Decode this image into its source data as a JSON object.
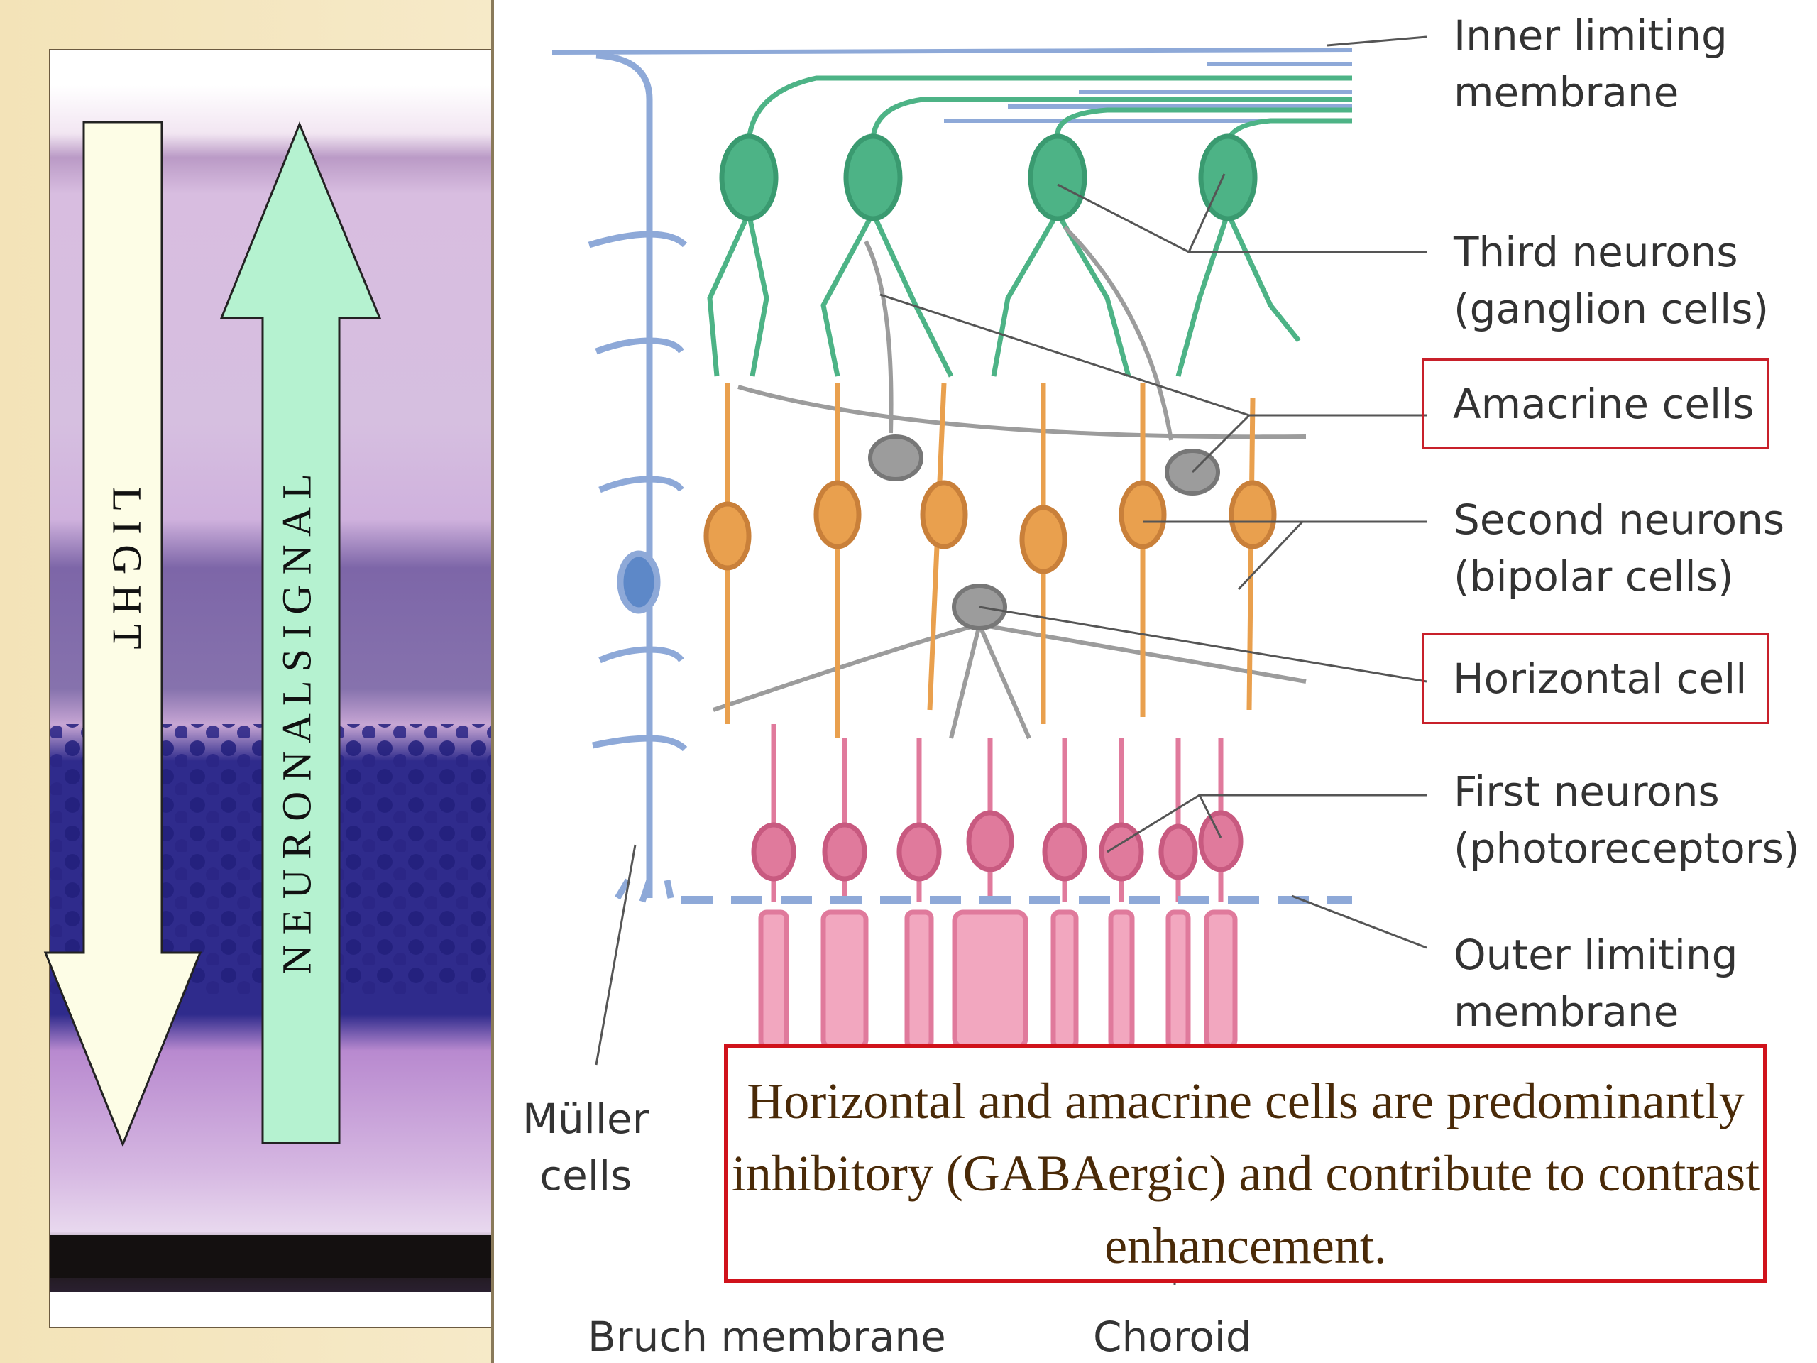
{
  "diagram": {
    "arrows": {
      "light": "L I G H T",
      "signal": "N E U R O N A L   S I G N A L"
    },
    "labels": {
      "inner_limiting": "Inner limiting\nmembrane",
      "third_neurons": "Third neurons\n(ganglion cells)",
      "amacrine": "Amacrine cells",
      "second_neurons": "Second neurons\n(bipolar cells)",
      "horizontal": "Horizontal cell",
      "first_neurons": "First neurons\n(photoreceptors)",
      "outer_limiting": "Outer limiting\nmembrane",
      "muller": "Müller\ncells",
      "bruch": "Bruch membrane",
      "choroid": "Choroid"
    },
    "callout": "Horizontal and amacrine cells are predominantly inhibitory (GABAergic) and contribute to contrast enhancement.",
    "colors": {
      "highlight_box": "#c8202a",
      "ganglion": "#4db386",
      "bipolar": "#e9a04e",
      "photoreceptor": "#e07a9c",
      "muller": "#8ea9d8",
      "amacrine_horizontal": "#9c9c9c",
      "light_arrow": "#fdfde6",
      "signal_arrow": "#b5f2d0",
      "callout_text": "#4a2a08"
    }
  }
}
